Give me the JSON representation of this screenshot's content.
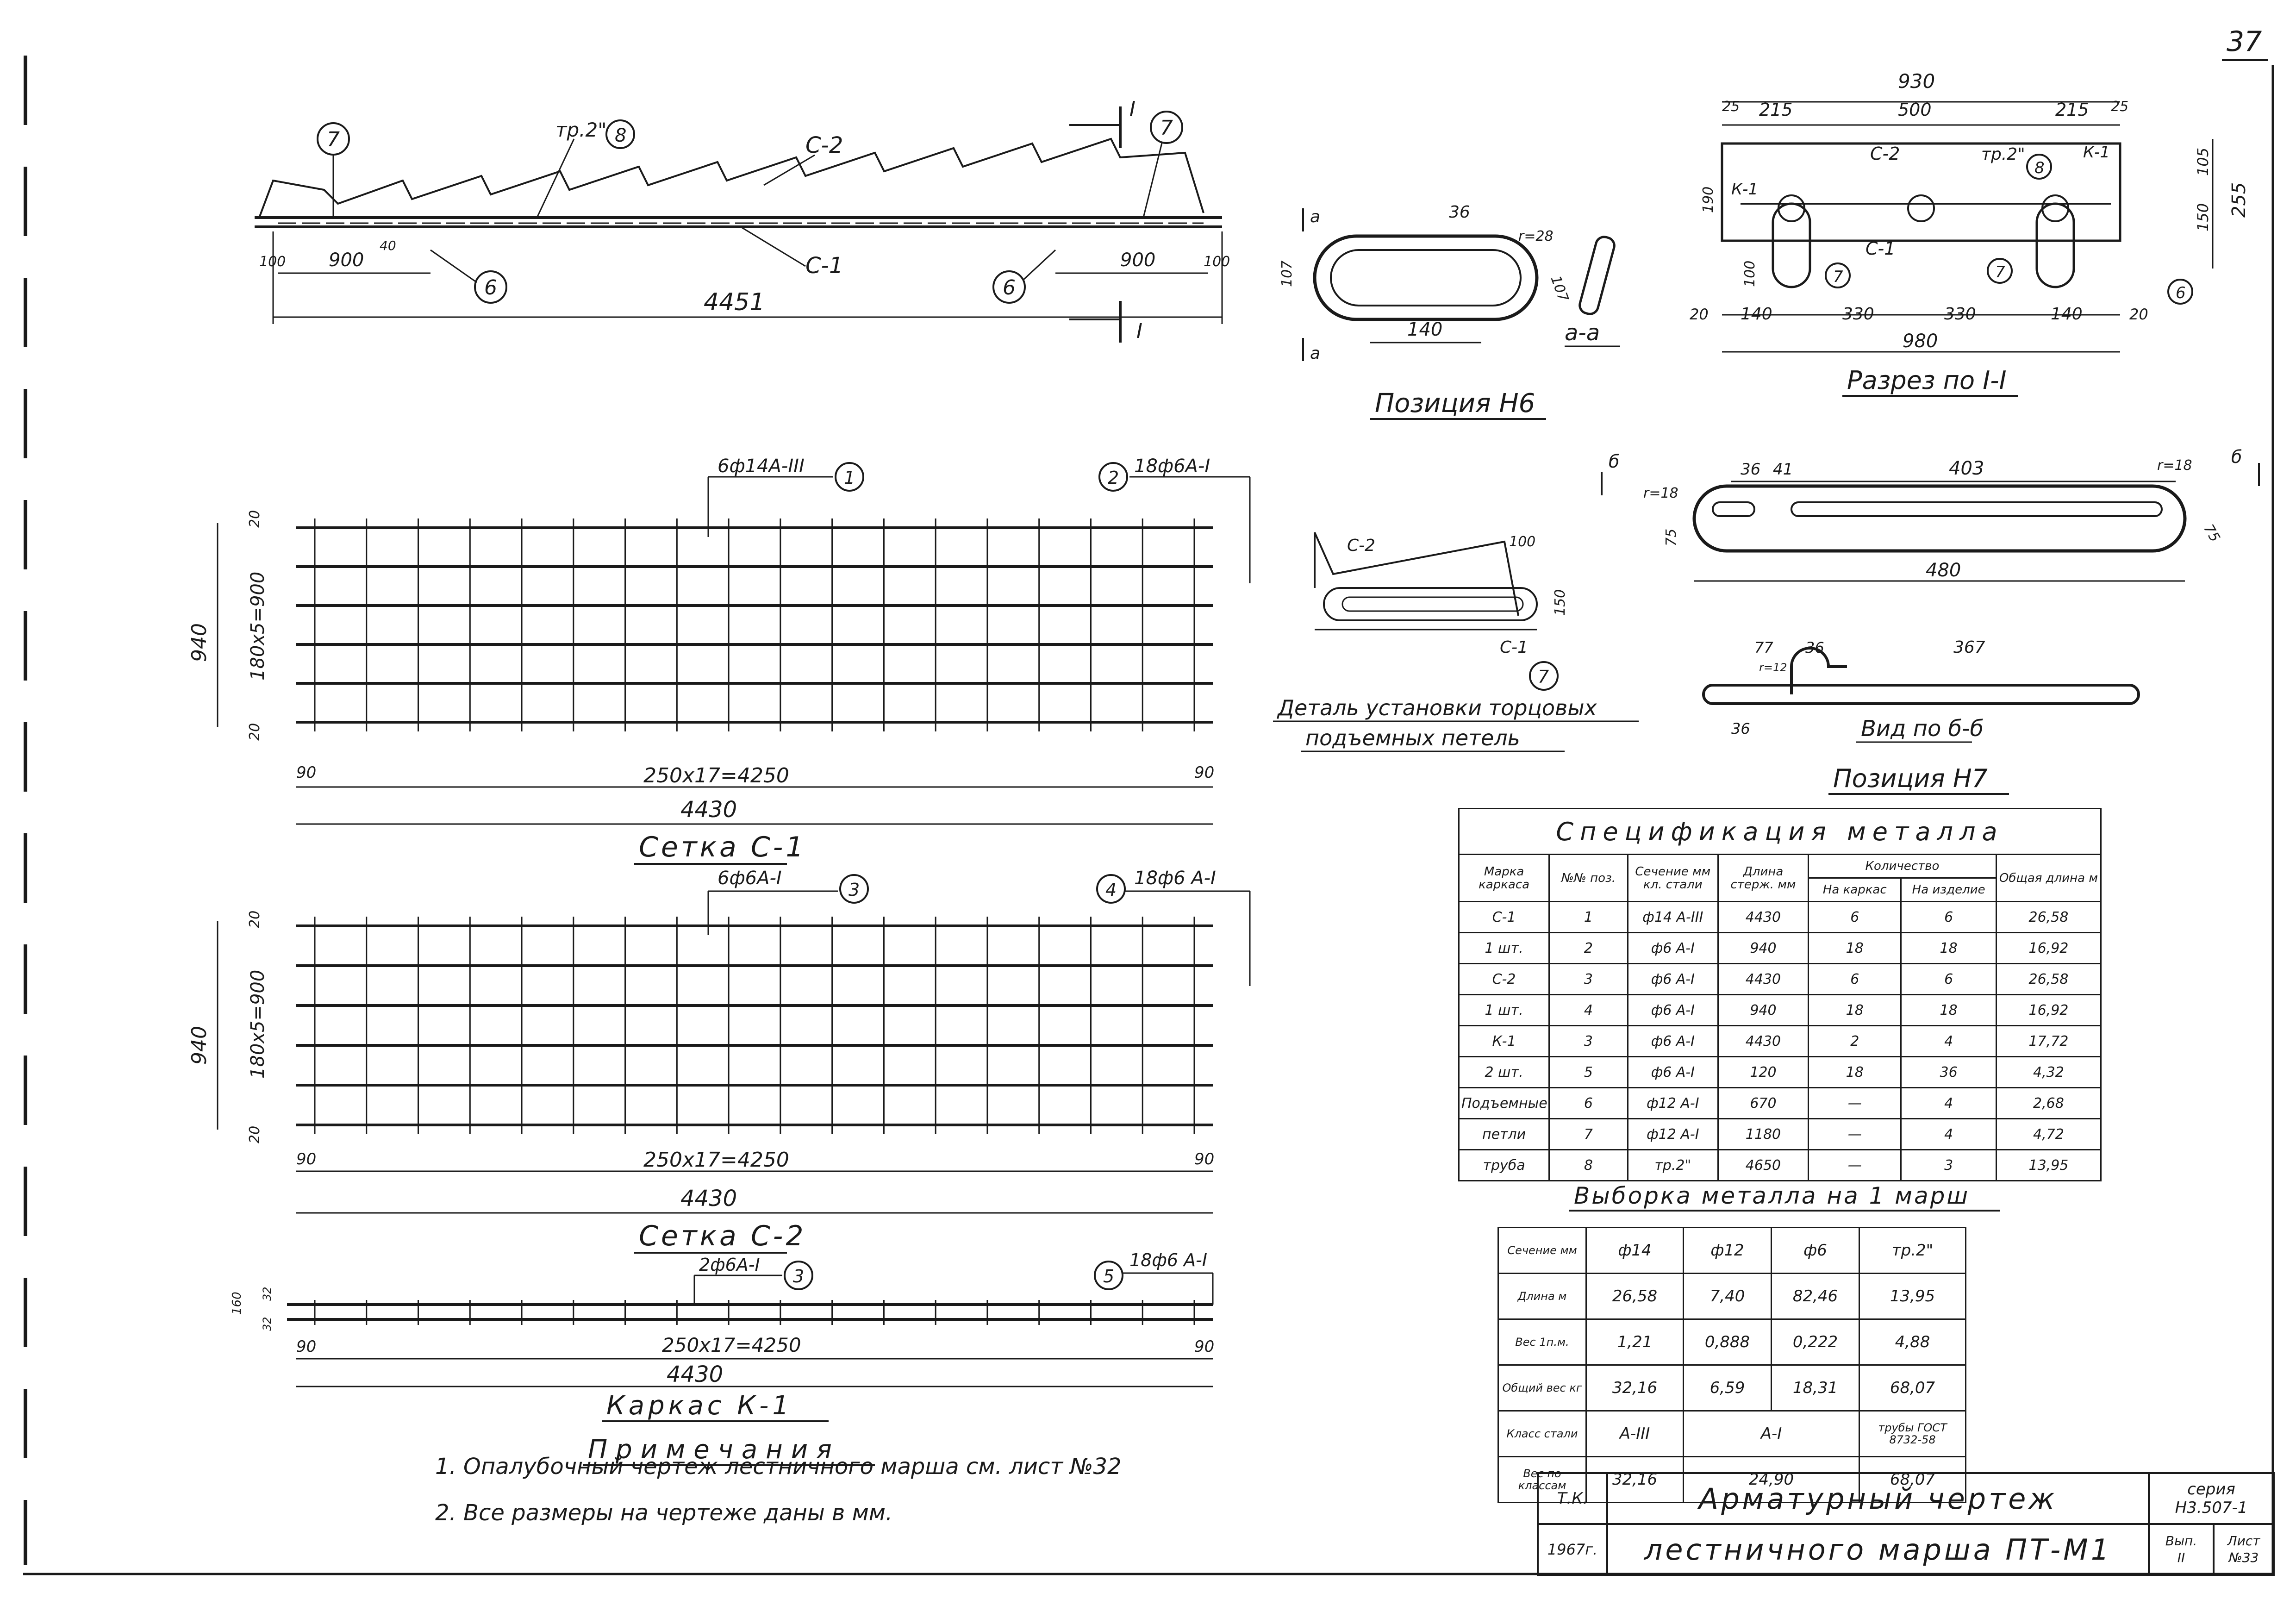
{
  "sheet_number": "37",
  "side_view": {
    "c2_label": "С-2",
    "c1_label": "С-1",
    "pipe_label": "тр.2\"",
    "dim_total": "4451",
    "dim_left": "900",
    "dim_right": "900",
    "dim_end_left": "100",
    "dim_end_right": "100",
    "dim_small": "40",
    "pos7": "7",
    "pos8": "8",
    "pos6": "6",
    "section_mark": "I"
  },
  "position6": {
    "title": "Позиция Н6",
    "dim_36": "36",
    "dim_140": "140",
    "dim_107a": "107",
    "dim_107b": "107",
    "r_label": "r=28",
    "a_mark": "a",
    "aa_label": "а-а"
  },
  "section_1": {
    "title": "Разрез по I-I",
    "dim_930": "930",
    "dim_215a": "215",
    "dim_500": "500",
    "dim_215b": "215",
    "dim_25a": "25",
    "dim_25b": "25",
    "dim_980": "980",
    "dim_140a": "140",
    "dim_330a": "330",
    "dim_330b": "330",
    "dim_140b": "140",
    "dim_20a": "20",
    "dim_20b": "20",
    "dim_255": "255",
    "dim_105": "105",
    "dim_150": "150",
    "dim_190": "190",
    "dim_100": "100",
    "k1": "К-1",
    "c2": "С-2",
    "c1": "С-1",
    "pipe": "тр.2\"",
    "pos8": "8",
    "pos7": "7",
    "pos6": "6"
  },
  "position7": {
    "title": "Позиция Н7",
    "view_title": "Вид по б-б",
    "dim_36": "36",
    "dim_41": "41",
    "dim_403": "403",
    "dim_480": "480",
    "dim_75a": "75",
    "dim_75b": "75",
    "r18a": "r=18",
    "r18b": "r=18",
    "dim_77": "77",
    "dim_36b": "36",
    "dim_367": "367",
    "dim_36c": "36",
    "r12": "r=12",
    "b_mark": "б"
  },
  "detail": {
    "title_line1": "Деталь установки торцовых",
    "title_line2": "подъемных петель",
    "c2": "С-2",
    "c1": "С-1",
    "dim_100": "100",
    "dim_150": "150",
    "pos7": "7"
  },
  "mesh_c1": {
    "title": "Сетка С-1",
    "bar_top": "6ф14А-III",
    "bar_top_pos": "1",
    "bar_right": "18ф6А-I",
    "bar_right_pos": "2",
    "dim_height": "940",
    "dim_inner": "180x5=900",
    "dim_20a": "20",
    "dim_20b": "20",
    "dim_90a": "90",
    "dim_90b": "90",
    "dim_spacing": "250x17=4250",
    "dim_total": "4430"
  },
  "mesh_c2": {
    "title": "Сетка С-2",
    "bar_top": "6ф6А-I",
    "bar_top_pos": "3",
    "bar_right": "18ф6 А-I",
    "bar_right_pos": "4",
    "dim_height": "940",
    "dim_inner": "180x5=900",
    "dim_20a": "20",
    "dim_20b": "20",
    "dim_90a": "90",
    "dim_90b": "90",
    "dim_spacing": "250x17=4250",
    "dim_total": "4430"
  },
  "frame_k1": {
    "title": "Каркас К-1",
    "bar_top": "2ф6А-I",
    "bar_top_pos": "3",
    "bar_right": "18ф6 А-I",
    "bar_right_pos": "5",
    "dim_160": "160",
    "dim_32a": "32",
    "dim_32b": "32",
    "dim_90a": "90",
    "dim_90b": "90",
    "dim_spacing": "250x17=4250",
    "dim_total": "4430"
  },
  "spec_table": {
    "title": "Спецификация металла",
    "headers": {
      "marka": "Марка каркаса",
      "pos": "№№ поз.",
      "section": "Сечение мм кл. стали",
      "length": "Длина стерж. мм",
      "qty": "Количество",
      "qty_frame": "На каркас",
      "qty_item": "На изделие",
      "total": "Общая длина м"
    },
    "rows": [
      [
        "С-1",
        "1",
        "ф14 А-III",
        "4430",
        "6",
        "6",
        "26,58"
      ],
      [
        "1 шт.",
        "2",
        "ф6 А-I",
        "940",
        "18",
        "18",
        "16,92"
      ],
      [
        "С-2",
        "3",
        "ф6 А-I",
        "4430",
        "6",
        "6",
        "26,58"
      ],
      [
        "1 шт.",
        "4",
        "ф6 А-I",
        "940",
        "18",
        "18",
        "16,92"
      ],
      [
        "К-1",
        "3",
        "ф6 А-I",
        "4430",
        "2",
        "4",
        "17,72"
      ],
      [
        "2 шт.",
        "5",
        "ф6 А-I",
        "120",
        "18",
        "36",
        "4,32"
      ],
      [
        "Подъемные",
        "6",
        "ф12 А-I",
        "670",
        "—",
        "4",
        "2,68"
      ],
      [
        "петли",
        "7",
        "ф12 А-I",
        "1180",
        "—",
        "4",
        "4,72"
      ],
      [
        "труба",
        "8",
        "тр.2\"",
        "4650",
        "—",
        "3",
        "13,95"
      ]
    ]
  },
  "selection_table": {
    "title": "Выборка металла на 1 марш",
    "header": [
      "Сечение мм",
      "ф14",
      "ф12",
      "ф6",
      "тр.2\""
    ],
    "rows": [
      [
        "Длина м",
        "26,58",
        "7,40",
        "82,46",
        "13,95"
      ],
      [
        "Вес 1п.м.",
        "1,21",
        "0,888",
        "0,222",
        "4,88"
      ],
      [
        "Общий вес кг",
        "32,16",
        "6,59",
        "18,31",
        "68,07"
      ]
    ],
    "class_label": "Класс стали",
    "class_a3": "А-III",
    "class_a1": "А-I",
    "class_pipe": "трубы ГОСТ 8732-58",
    "weight_label": "Вес по классам",
    "weight_a3": "32,16",
    "weight_a1": "24,90",
    "weight_pipe": "68,07"
  },
  "notes": {
    "title": "Примечания",
    "items": [
      "1. Опалубочный чертеж лестничного марша см. лист №32",
      "2. Все размеры на чертеже даны в мм."
    ]
  },
  "title_block": {
    "org": "Т.К.",
    "year": "1967г.",
    "title_line1": "Арматурный чертеж",
    "title_line2": "лестничного марша ПТ-М1",
    "series_label": "серия",
    "series_value": "Н3.507-1",
    "issue_label": "Вып.",
    "issue_value": "II",
    "sheet_label": "Лист",
    "sheet_value": "№33"
  }
}
